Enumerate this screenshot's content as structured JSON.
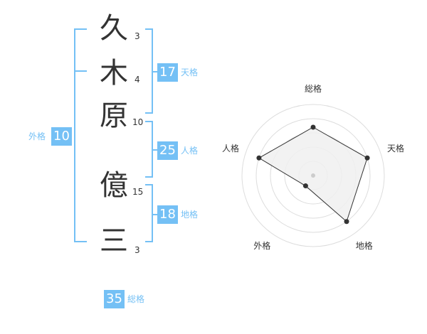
{
  "name": {
    "characters": [
      {
        "char": "久",
        "strokes": "3"
      },
      {
        "char": "木",
        "strokes": "4"
      },
      {
        "char": "原",
        "strokes": "10"
      },
      {
        "char": "億",
        "strokes": "15"
      },
      {
        "char": "三",
        "strokes": "3"
      }
    ]
  },
  "kakusu": {
    "tenkaku": {
      "value": "17",
      "label": "天格"
    },
    "jinkaku": {
      "value": "25",
      "label": "人格"
    },
    "chikaku": {
      "value": "18",
      "label": "地格"
    },
    "gaikaku": {
      "value": "10",
      "label": "外格"
    },
    "soukaku": {
      "value": "35",
      "label": "総格"
    }
  },
  "colors": {
    "accent": "#74c0f5",
    "text": "#333333",
    "radar_fill": "#f0f0f0",
    "radar_grid": "#dddddd"
  },
  "chart_data": {
    "type": "radar",
    "axes": [
      "総格",
      "天格",
      "地格",
      "外格",
      "人格"
    ],
    "values": [
      0.68,
      0.8,
      0.8,
      0.18,
      0.8
    ],
    "range": [
      0,
      1
    ],
    "rings": 5
  }
}
